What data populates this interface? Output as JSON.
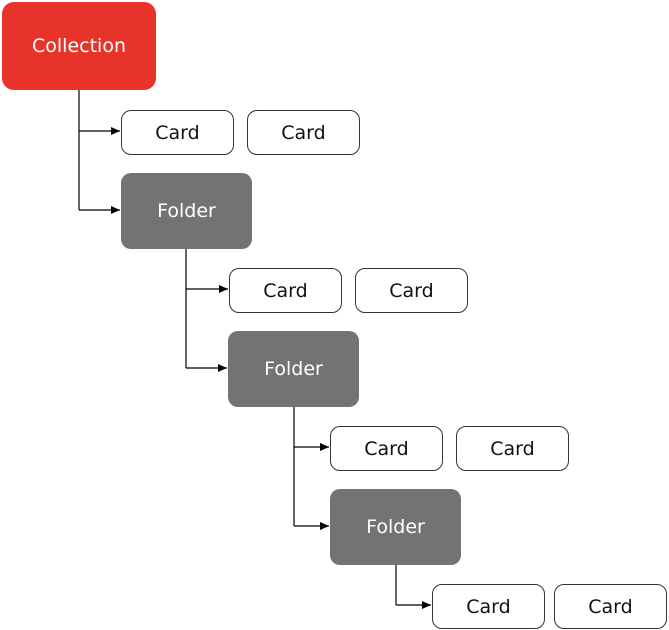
{
  "collection": {
    "label": "Collection",
    "color": "#e8332a",
    "cards": [
      "Card",
      "Card"
    ]
  },
  "folders": [
    {
      "label": "Folder",
      "cards": [
        "Card",
        "Card"
      ]
    },
    {
      "label": "Folder",
      "cards": [
        "Card",
        "Card"
      ]
    },
    {
      "label": "Folder",
      "cards": [
        "Card",
        "Card"
      ]
    }
  ],
  "colors": {
    "folder": "#737373",
    "card_border": "#333333",
    "connector": "#000000"
  }
}
